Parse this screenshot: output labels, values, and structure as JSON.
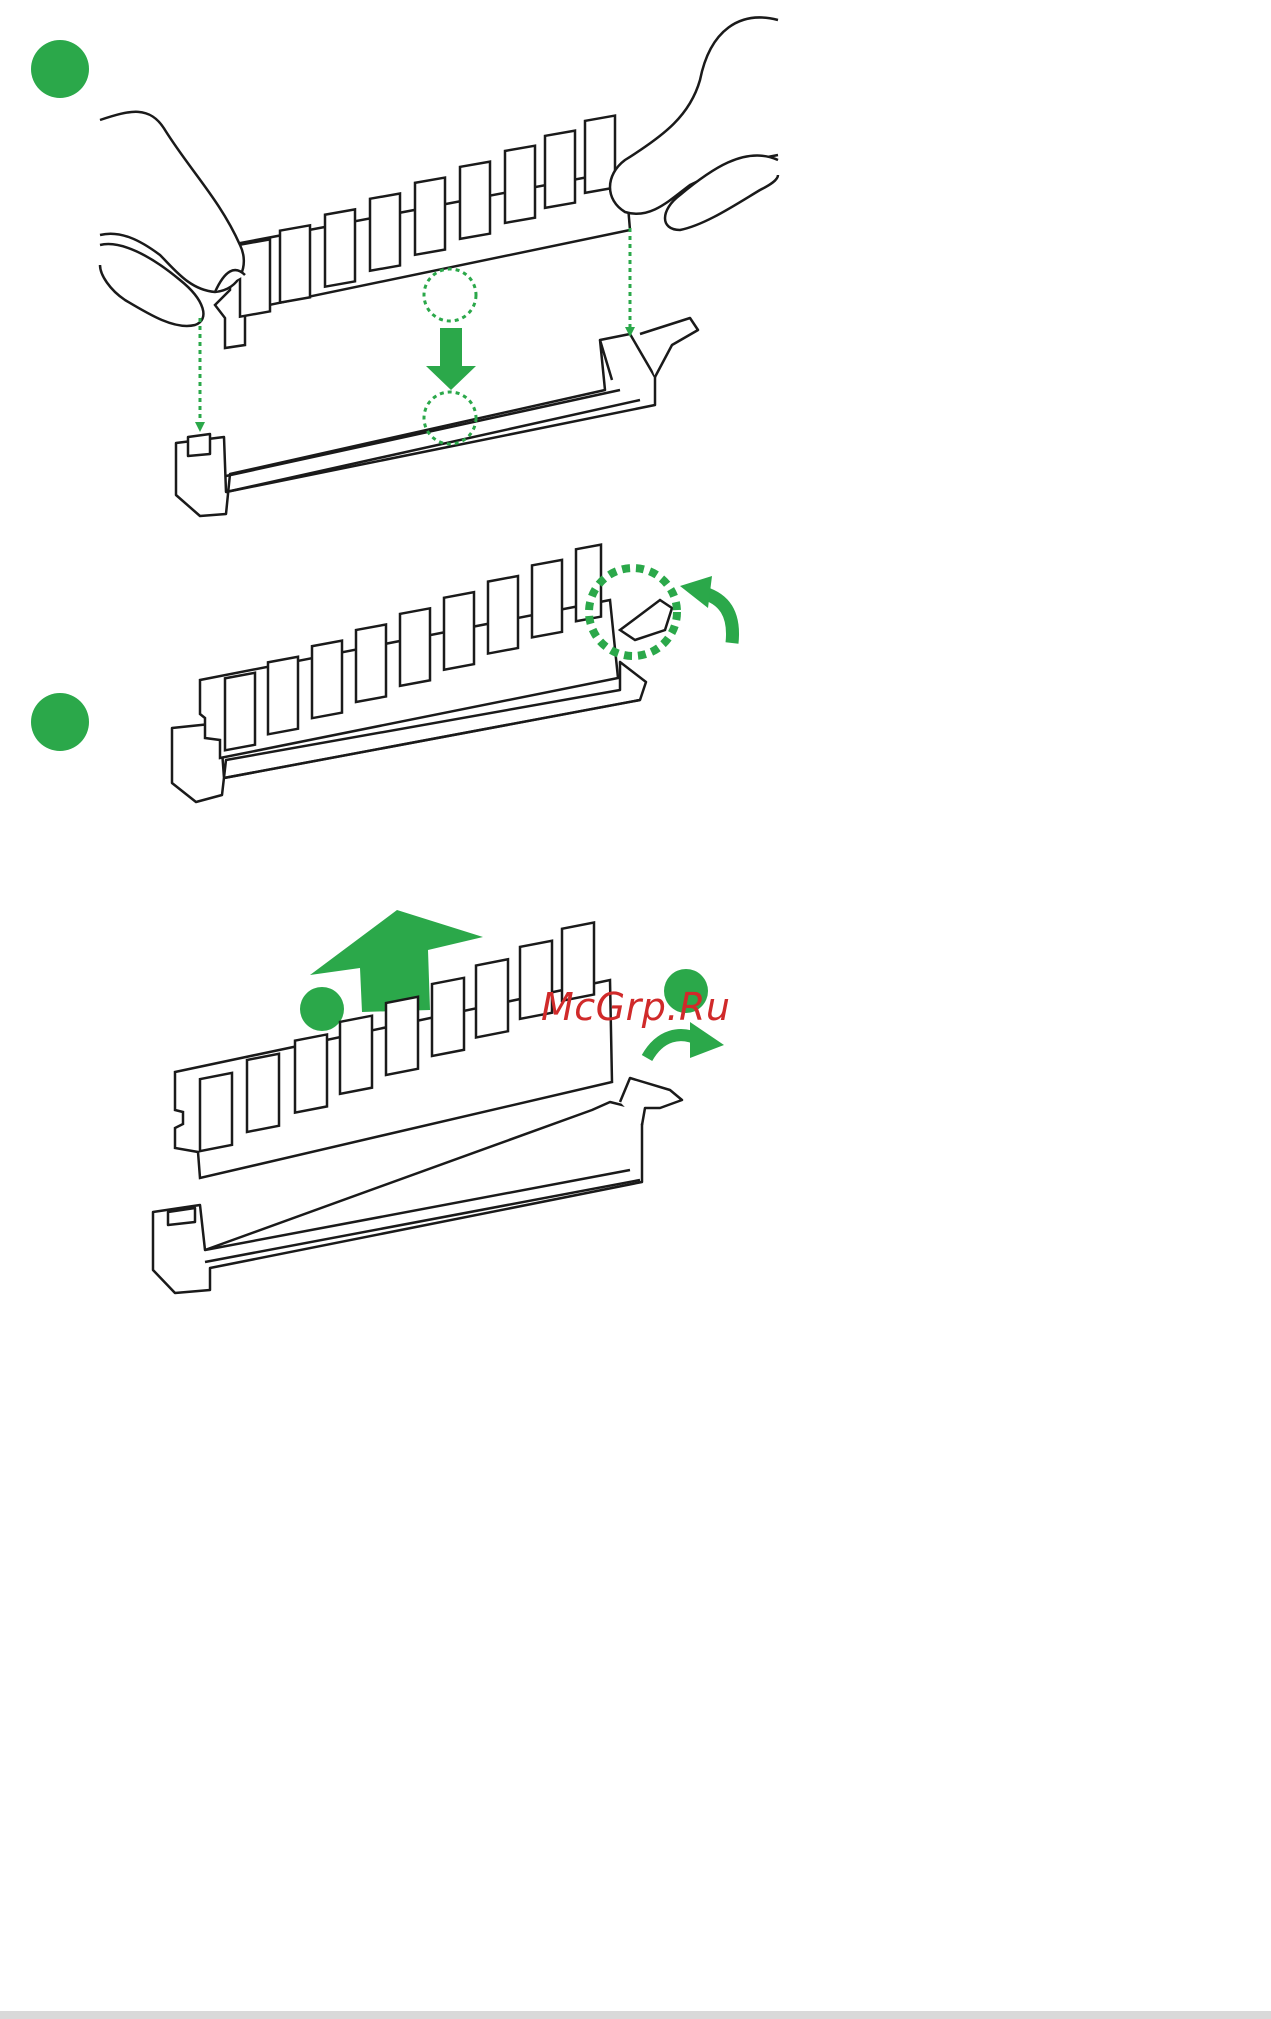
{
  "watermark": {
    "text": "McGrp.Ru"
  },
  "colors": {
    "accent_green": "#2ba84a",
    "line": "#1a1a1a",
    "watermark": "#d02a2a",
    "footer_bar": "#d9d9d9"
  },
  "figures": [
    {
      "id": "install-step",
      "step_marker": "green-circle",
      "action": "insert-module-into-slot"
    },
    {
      "id": "lock-step",
      "step_marker": "green-circle",
      "action": "clip-snaps-closed"
    },
    {
      "id": "remove-step",
      "step_markers": [
        "green-circle",
        "green-circle"
      ],
      "action": "open-clip-and-lift-module"
    }
  ]
}
